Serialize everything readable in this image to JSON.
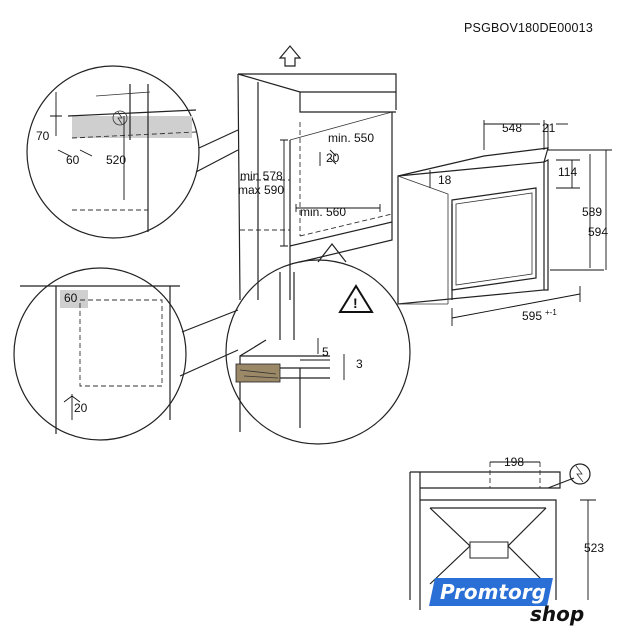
{
  "document_code": "PSGBOV180DE00013",
  "dimensions": {
    "top_gap": "70",
    "top_offset": "60",
    "socket_height": "520",
    "cab_depth": "min. 550",
    "depth_offset": "20",
    "height_min": "min 578",
    "height_max": "max 590",
    "cab_width": "min. 560",
    "oven_depth": "548",
    "front_thickness": "21",
    "front_step": "18",
    "panel_height": "114",
    "body_height": "589",
    "total_height": "594",
    "oven_width": "595",
    "width_tolerance": "+-1",
    "bottom_offset": "60",
    "side_gap": "20",
    "gap_upper": "5",
    "gap_lower": "3",
    "socket_spacing": "198",
    "socket_hob_height": "523"
  },
  "logo": {
    "main": "Promtorg",
    "sub": "shop"
  }
}
